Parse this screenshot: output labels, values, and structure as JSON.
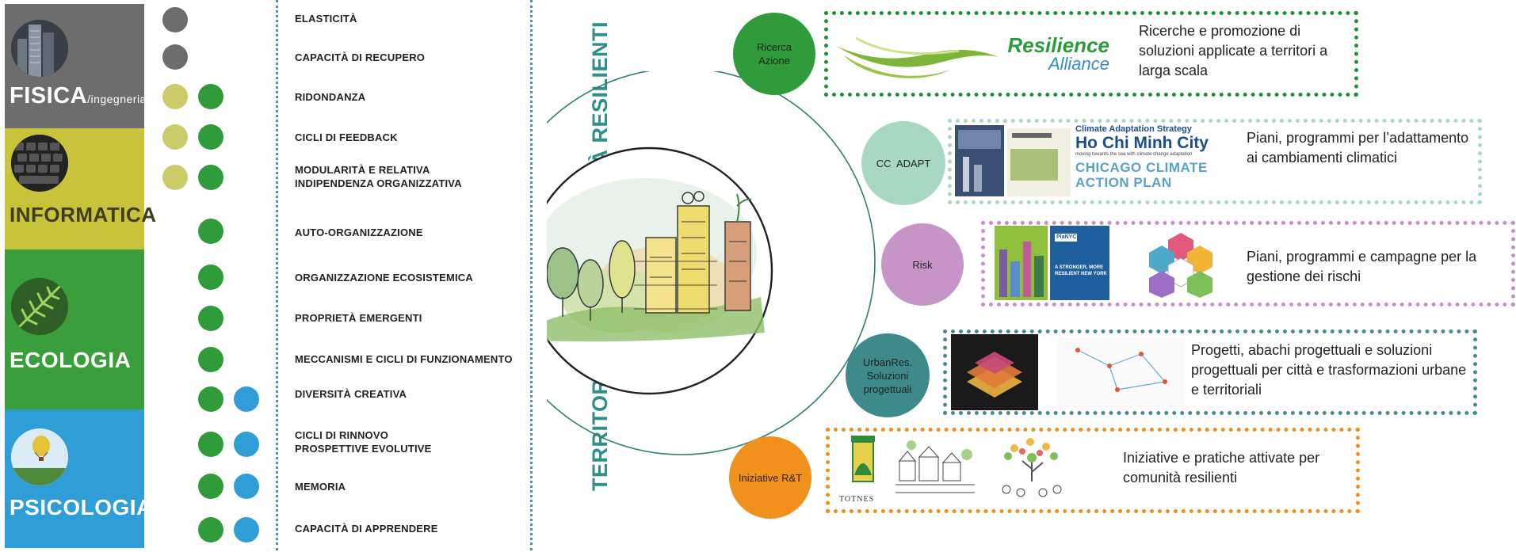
{
  "disciplines": [
    {
      "name": "FISICA",
      "suffix": "/ingegneria",
      "color": "#6d6d6d",
      "thumb": "skyscraper-photo"
    },
    {
      "name": "INFORMATICA",
      "suffix": "",
      "color": "#c9c33b",
      "thumb": "keyboard-photo"
    },
    {
      "name": "ECOLOGIA",
      "suffix": "",
      "color": "#3a9e3c",
      "thumb": "fern-leaf-photo"
    },
    {
      "name": "PSICOLOGIA",
      "suffix": "",
      "color": "#2f9ed6",
      "thumb": "balloon-photo"
    }
  ],
  "dot_colors": {
    "grey": "#6d6d6d",
    "yellow": "#cccb6a",
    "green": "#2f9b3a",
    "blue": "#2f9ed6"
  },
  "properties": [
    "ELASTICITÀ",
    "CAPACITÀ DI RECUPERO",
    "RIDONDANZA",
    "CICLI DI FEEDBACK",
    "MODULARITÀ E RELATIVA\nINDIPENDENZA ORGANIZZATIVA",
    "AUTO-ORGANIZZAZIONE",
    "ORGANIZZAZIONE ECOSISTEMICA",
    "PROPRIETÀ EMERGENTI",
    "MECCANISMI E CICLI DI FUNZIONAMENTO",
    "DIVERSITÀ CREATIVA",
    "CICLI DI RINNOVO\nPROSPETTIVE EVOLUTIVE",
    "MEMORIA",
    "CAPACITÀ DI APPRENDERE"
  ],
  "center_title": "TERRITORI, CITTÀ E COMUNITÀ RESILIENTI",
  "categories": [
    {
      "label": "Ricerca\nAzione",
      "color": "#2f9b3a",
      "border": "#1f8f3c",
      "description": "Ricerche e promozione di soluzioni applicate a territori a larga scala",
      "logo_line1": "Resilience",
      "logo_line2": "Alliance"
    },
    {
      "label": "CC  ADAPT",
      "color": "#a9d8c2",
      "border": "#a9d8c2",
      "description": "Piani, programmi per l’adattamento ai cambiamenti climatici",
      "pub_heading": "Climate Adaptation Strategy",
      "pub_city": "Ho Chi Minh City",
      "pub_sub": "moving towards the sea with climate change adaptation",
      "pub_chicago": "CHICAGO CLIMATE ACTION PLAN"
    },
    {
      "label": "Risk",
      "color": "#c794c8",
      "border": "#c78ec8",
      "description": "Piani, programmi e campagne per  la gestione dei rischi",
      "pub_cover": "A STRONGER, MORE RESILIENT NEW YORK",
      "pub_badge": "PlaNYC"
    },
    {
      "label": "UrbanRes.\nSoluzioni\nprogettuali",
      "color": "#3e8a8a",
      "border": "#4a8b8a",
      "description": "Progetti, abachi progettuali e soluzioni progettuali per città e trasformazioni urbane e territoriali"
    },
    {
      "label": "Iniziative R&T",
      "color": "#f1901c",
      "border": "#f0901a",
      "description": "Iniziative e pratiche attivate  per comunità resilienti",
      "logo_text": "TOTNES"
    }
  ]
}
